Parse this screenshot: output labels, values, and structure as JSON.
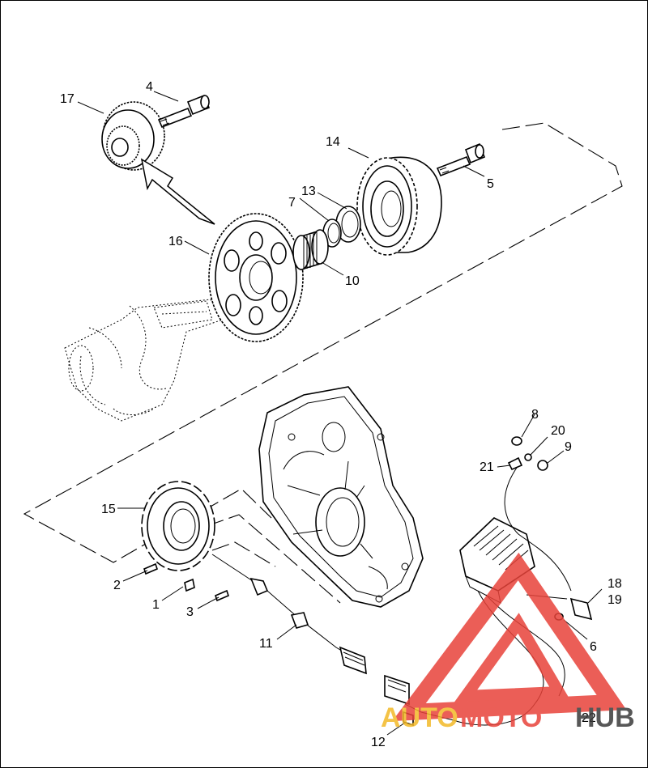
{
  "labels": {
    "l1": "1",
    "l2": "2",
    "l3": "3",
    "l4": "4",
    "l5": "5",
    "l6": "6",
    "l7": "7",
    "l8": "8",
    "l9": "9",
    "l10": "10",
    "l11": "11",
    "l12": "12",
    "l13": "13",
    "l14": "14",
    "l15": "15",
    "l16": "16",
    "l17": "17",
    "l18": "18",
    "l19": "19",
    "l20": "20",
    "l21": "21",
    "l22": "22"
  },
  "watermark": {
    "part1": "AUTO",
    "part2": "MOTO",
    "part3": "HUB",
    "color_red": "#e8433a",
    "color_gold": "#f3b928",
    "color_dark": "#3a3a3a"
  }
}
